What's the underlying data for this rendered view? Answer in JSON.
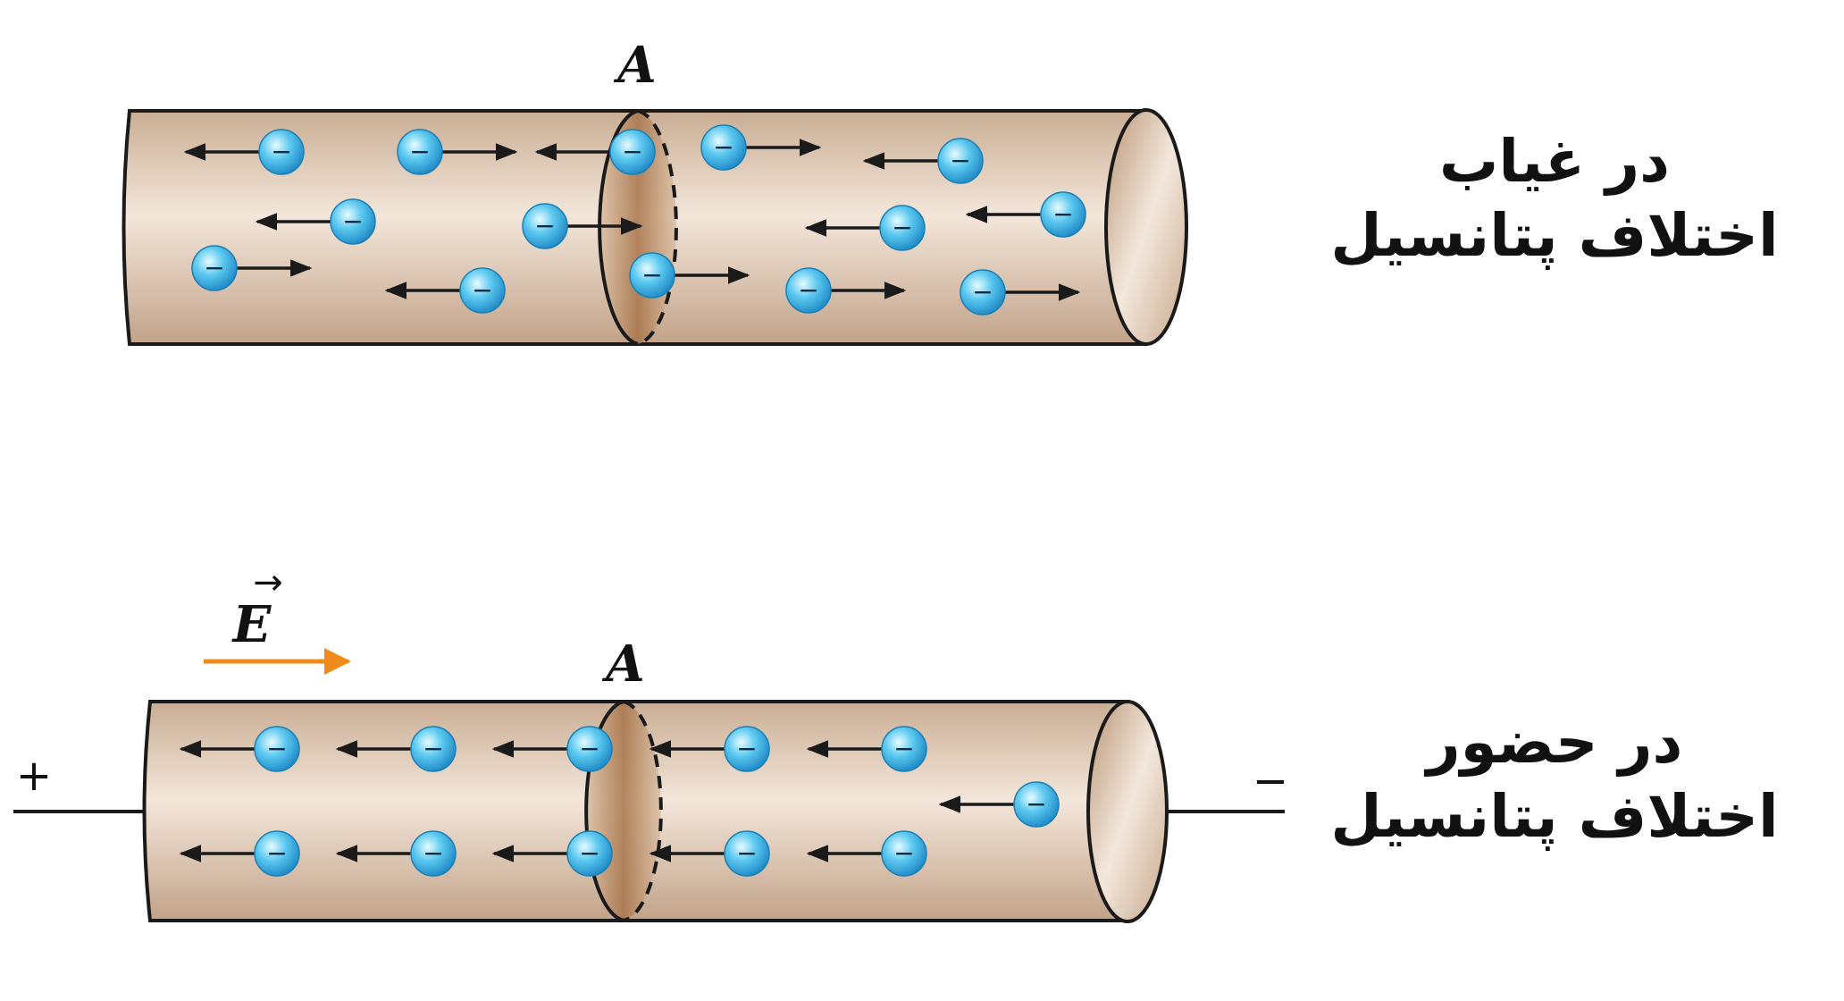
{
  "top_panel": {
    "cross_section_label": "A",
    "caption_line1": "در غیاب",
    "caption_line2": "اختلاف پتانسیل",
    "electron_symbol": "−"
  },
  "bottom_panel": {
    "cross_section_label": "A",
    "field_label": "E",
    "field_arrow_symbol": "→",
    "positive_terminal": "+",
    "negative_terminal": "−",
    "caption_line1": "در حضور",
    "caption_line2": "اختلاف پتانسیل",
    "electron_symbol": "−"
  },
  "colors": {
    "conductor_body": "#e6d2bf",
    "cross_section": "#b98a5e",
    "electron": "#3fb6e6",
    "field_arrow": "#f08a1c",
    "outline": "#1a1a1a"
  }
}
